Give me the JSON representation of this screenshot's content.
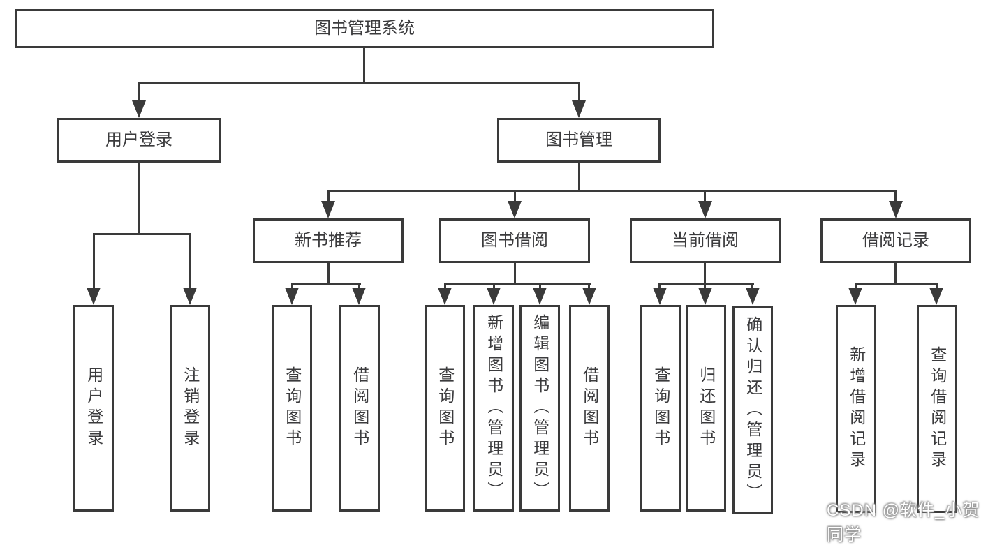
{
  "diagram_title": "图书管理系统",
  "colors": {
    "line": "#3a3a3a",
    "text": "#3b3b3d",
    "background": "#ffffff",
    "watermark_text": "#ffffff",
    "watermark_glow": "#8f8f8f"
  },
  "nodes": {
    "root": {
      "label": "图书管理系统"
    },
    "level2": [
      {
        "label": "用户登录"
      },
      {
        "label": "图书管理"
      }
    ],
    "level3": [
      {
        "label": "新书推荐"
      },
      {
        "label": "图书借阅"
      },
      {
        "label": "当前借阅"
      },
      {
        "label": "借阅记录"
      }
    ],
    "leaves": [
      {
        "label": "用户登录"
      },
      {
        "label": "注销登录"
      },
      {
        "label": "查询图书"
      },
      {
        "label": "借阅图书"
      },
      {
        "label": "查询图书"
      },
      {
        "label": "新增图书（管理员）"
      },
      {
        "label": "编辑图书（管理员）"
      },
      {
        "label": "借阅图书"
      },
      {
        "label": "查询图书"
      },
      {
        "label": "归还图书"
      },
      {
        "label": "确认归还（管理员）"
      },
      {
        "label": "新增借阅记录"
      },
      {
        "label": "查询借阅记录"
      }
    ]
  },
  "watermark": {
    "text": "CSDN @软件_小贺同学"
  }
}
